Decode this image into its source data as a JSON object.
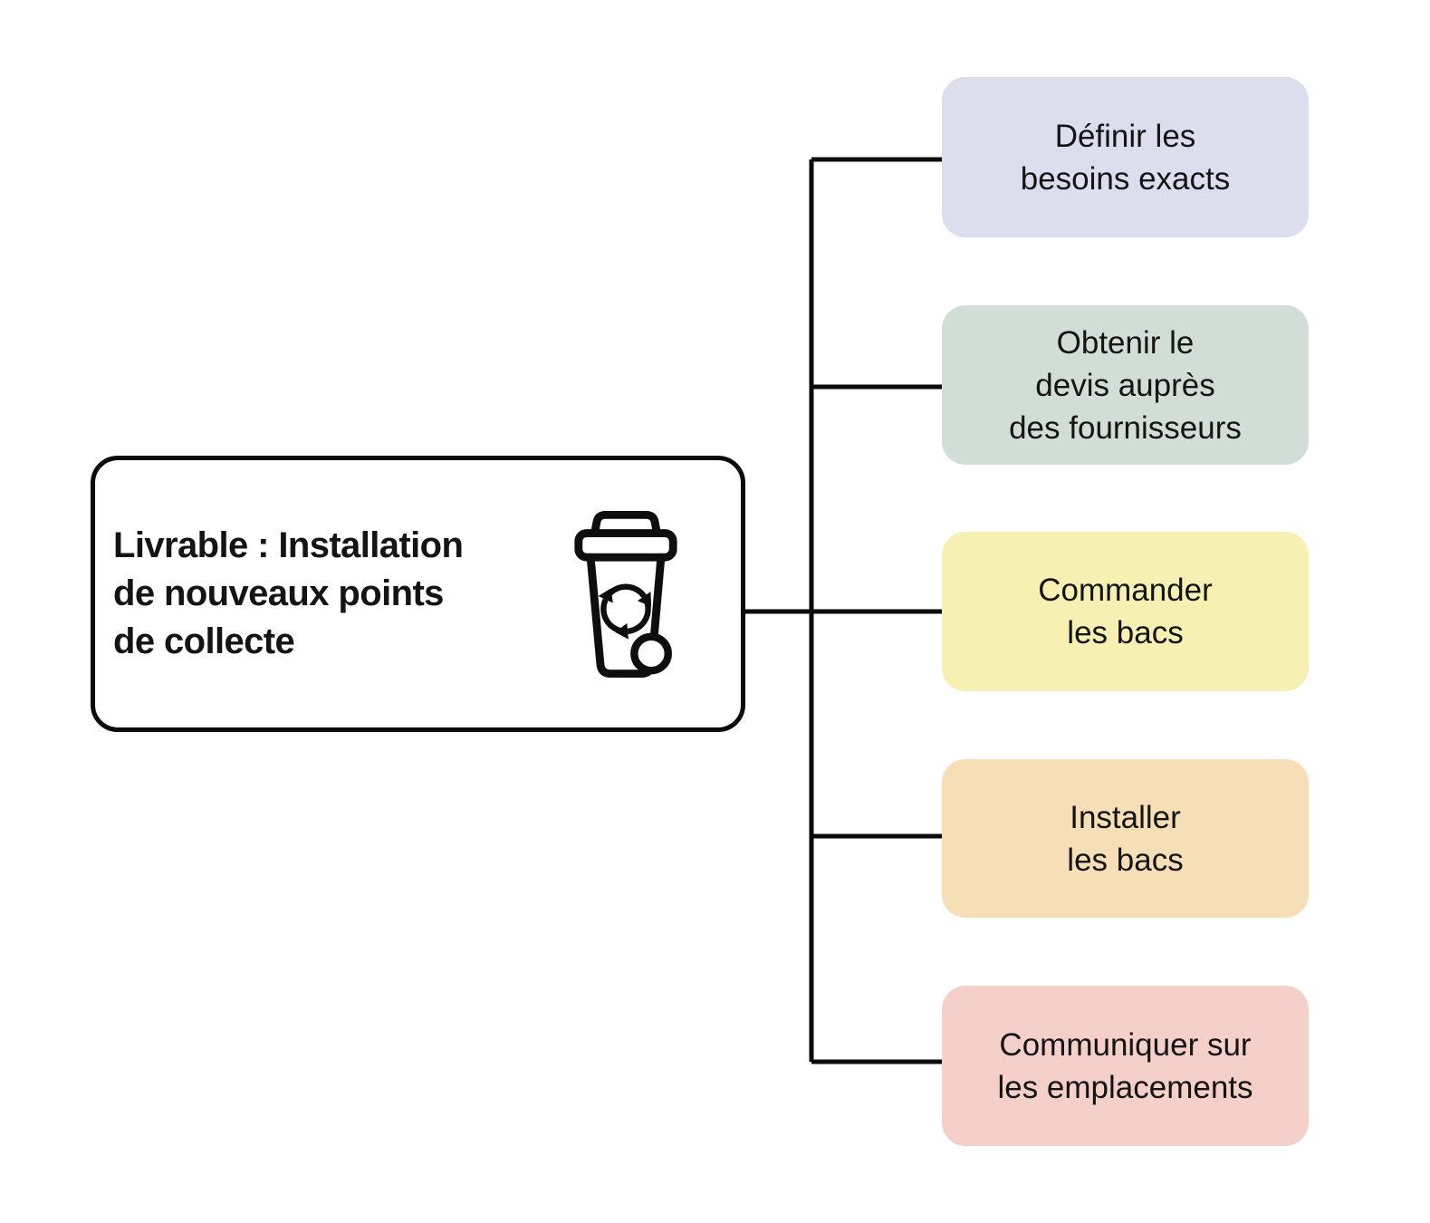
{
  "diagram": {
    "root": {
      "label": "Livrable : Installation de nouveaux points de collecte",
      "label_lines": [
        "Livrable : Installation",
        "de nouveaux points",
        "de collecte"
      ],
      "icon": "recycling-bin-icon"
    },
    "tasks": [
      {
        "label": "Définir les besoins exacts",
        "lines": [
          "Définir les",
          "besoins exacts"
        ],
        "bg": "#dcdeee"
      },
      {
        "label": "Obtenir le devis auprès des fournisseurs",
        "lines": [
          "Obtenir le",
          "devis auprès",
          "des fournisseurs"
        ],
        "bg": "#d0ded7"
      },
      {
        "label": "Commander les bacs",
        "lines": [
          "Commander",
          "les bacs"
        ],
        "bg": "#f6f0b3"
      },
      {
        "label": "Installer les bacs",
        "lines": [
          "Installer",
          "les bacs"
        ],
        "bg": "#f6dfb6"
      },
      {
        "label": "Communiquer sur les emplacements",
        "lines": [
          "Communiquer sur",
          "les emplacements"
        ],
        "bg": "#f5cfca"
      }
    ],
    "colors": {
      "line": "#0b0b0b",
      "root_border": "#0b0b0b",
      "background": "#ffffff",
      "text": "#141414"
    }
  }
}
